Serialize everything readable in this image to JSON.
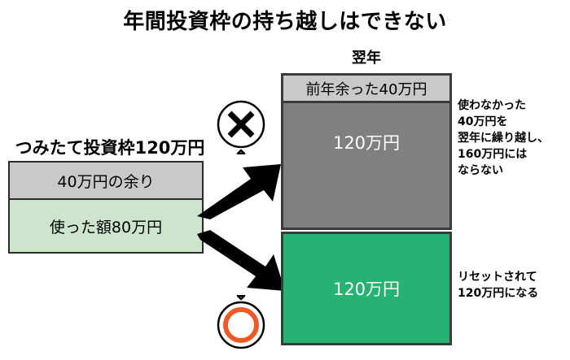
{
  "title": "年間投資枠の持ち越しはできない",
  "left": {
    "label": "つみたて投資枠120万円",
    "remainder_label": "40万円の余り",
    "used_label": "使った額80万円"
  },
  "right": {
    "year_label": "翌年",
    "carryover": {
      "banner_label": "前年余った40万円",
      "amount_label": "120万円",
      "annotation": "使わなかった\n40万円を\n翌年に繰り越し、\n160万円には\nならない",
      "verdict_icon": "cross-mark-icon"
    },
    "reset": {
      "amount_label": "120万円",
      "annotation": "リセットされて\n120万円になる",
      "verdict_icon": "circle-mark-icon"
    }
  },
  "colors": {
    "remainder_gray": "#c9c9c9",
    "used_green": "#cde5cd",
    "carryover_gray": "#808080",
    "reset_green": "#26b272",
    "circle_orange": "#ed5a26",
    "outline": "#3a3a3a",
    "text_on_fill": "#ffffff"
  }
}
